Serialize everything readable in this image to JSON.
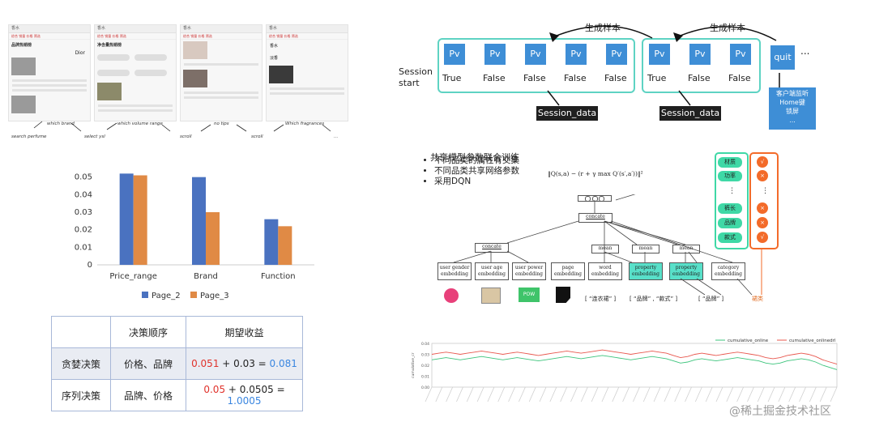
{
  "phones": {
    "search_label": "香水",
    "tabs": "综合  销量  价格  筛选",
    "screen1_title": "品牌热销榜",
    "screen1_brand": "Dior",
    "screen2_title": "净含量热销榜",
    "screen4_opt1": "香水",
    "screen4_opt2": "淡香",
    "captions": [
      "search perfume",
      "which brand",
      "select ysl",
      "which volume range",
      "scroll",
      "no tips",
      "scroll",
      "Which fragrances",
      "..."
    ]
  },
  "session": {
    "start_label": "Session\nstart",
    "generate_label": "生成样本",
    "pv": "Pv",
    "group1": [
      "True",
      "False",
      "False",
      "False",
      "False"
    ],
    "group2": [
      "True",
      "False",
      "False"
    ],
    "quit": "quit",
    "ellipsis": "...",
    "session_data": "Session_data",
    "callout": [
      "客户端监听",
      "Home键",
      "锁屏",
      "..."
    ]
  },
  "model": {
    "title": "共享模型参数联合训练",
    "bullets": [
      "不同品类的属性有交集",
      "不同品类共享网络参数",
      "采用DQN"
    ],
    "formula": "‖Q(s,a) − (r + γ max Q′(s′,a′))‖²",
    "top_node": "concate",
    "concat_node": "concate",
    "mean_nodes": [
      "mean",
      "mean",
      "mean"
    ],
    "bottom_boxes": [
      {
        "l1": "user gender",
        "l2": "embedding"
      },
      {
        "l1": "user age",
        "l2": "embedding"
      },
      {
        "l1": "user power",
        "l2": "embedding"
      },
      {
        "l1": "page",
        "l2": "embedding"
      },
      {
        "l1": "word",
        "l2": "embedding"
      },
      {
        "l1": "property",
        "l2": "embedding"
      },
      {
        "l1": "property",
        "l2": "embedding"
      },
      {
        "l1": "category",
        "l2": "embedding"
      }
    ],
    "word_quotes": [
      "[ “连衣裙” ]",
      "[ “品牌” , “款式” ]",
      "[ “品牌” ]"
    ],
    "category_quote": "裙类",
    "attributes": [
      "材质",
      "功率",
      "⋮",
      "裤长",
      "品牌",
      "款式"
    ],
    "rewards": [
      "√",
      "×",
      "⋮",
      "×",
      "×",
      "√"
    ]
  },
  "chart_data": [
    {
      "type": "bar",
      "categories": [
        "Price_range",
        "Brand",
        "Function"
      ],
      "series": [
        {
          "name": "Page_2",
          "values": [
            0.052,
            0.05,
            0.026
          ]
        },
        {
          "name": "Page_3",
          "values": [
            0.051,
            0.03,
            0.022
          ]
        }
      ],
      "yticks": [
        "0",
        "0.01",
        "0.02",
        "0.03",
        "0.04",
        "0.05"
      ],
      "ylim": [
        0,
        0.06
      ],
      "colors": [
        "#4a72c0",
        "#e08a45"
      ],
      "legend": "bottom"
    },
    {
      "type": "line",
      "series": [
        {
          "name": "cumulative_online",
          "color": "#3cc47c",
          "values": [
            0.025,
            0.026,
            0.027,
            0.026,
            0.025,
            0.026,
            0.027,
            0.028,
            0.027,
            0.026,
            0.025,
            0.026,
            0.027,
            0.026,
            0.025,
            0.024,
            0.025,
            0.026,
            0.027,
            0.028,
            0.027,
            0.026,
            0.027,
            0.028,
            0.029,
            0.028,
            0.027,
            0.026,
            0.025,
            0.026,
            0.027,
            0.028,
            0.027,
            0.026,
            0.024,
            0.022,
            0.023,
            0.025,
            0.026,
            0.025,
            0.024,
            0.025,
            0.026,
            0.027,
            0.026,
            0.025,
            0.024,
            0.022,
            0.021,
            0.022,
            0.024,
            0.025,
            0.026,
            0.025,
            0.023,
            0.02,
            0.018,
            0.016
          ]
        },
        {
          "name": "cumulative_onlinedrl",
          "color": "#e8574e",
          "values": [
            0.03,
            0.031,
            0.032,
            0.031,
            0.03,
            0.031,
            0.032,
            0.033,
            0.032,
            0.031,
            0.03,
            0.031,
            0.032,
            0.031,
            0.03,
            0.029,
            0.03,
            0.031,
            0.032,
            0.033,
            0.032,
            0.031,
            0.032,
            0.033,
            0.034,
            0.033,
            0.032,
            0.031,
            0.03,
            0.031,
            0.032,
            0.033,
            0.032,
            0.031,
            0.029,
            0.027,
            0.028,
            0.03,
            0.031,
            0.03,
            0.029,
            0.03,
            0.031,
            0.032,
            0.031,
            0.03,
            0.029,
            0.027,
            0.026,
            0.027,
            0.029,
            0.03,
            0.031,
            0.03,
            0.028,
            0.025,
            0.023,
            0.021
          ]
        }
      ],
      "yticks": [
        "0.04",
        "0.03",
        "0.02",
        "0.01",
        "0.00"
      ],
      "ylim": [
        0,
        0.04
      ],
      "ylabel": "cumulative_cr",
      "legend": "top-right"
    }
  ],
  "table": {
    "header": [
      "",
      "决策顺序",
      "期望收益"
    ],
    "rows": [
      {
        "name": "贪婪决策",
        "order": "价格、品牌",
        "a": "0.051",
        "plus": " + 0.03 = ",
        "b": "0.081"
      },
      {
        "name": "序列决策",
        "order": "品牌、价格",
        "a": "0.05",
        "plus": " + 0.0505 = ",
        "b": "1.0005"
      }
    ]
  },
  "watermark": "@稀土掘金技术社区"
}
